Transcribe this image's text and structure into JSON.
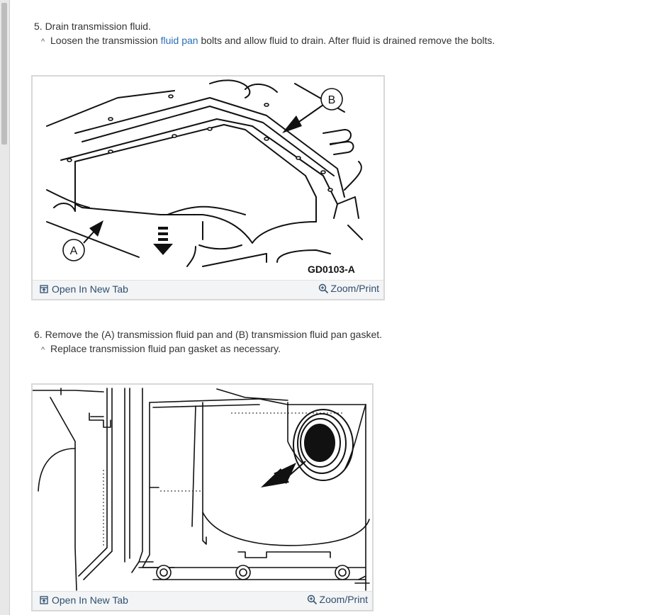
{
  "steps": [
    {
      "number_text": "5. Drain transmission fluid.",
      "sub_before": "Loosen the transmission ",
      "sub_link": "fluid pan",
      "sub_after": " bolts and allow fluid to drain. After fluid is drained remove the bolts."
    },
    {
      "number_text": "6. Remove the (A) transmission fluid pan and (B) transmission fluid pan gasket.",
      "sub_text": "Replace transmission fluid pan gasket as necessary."
    }
  ],
  "figure1": {
    "label_a": "A",
    "label_b": "B",
    "code": "GD0103-A",
    "open_tab": "Open In New Tab",
    "zoom": "Zoom/Print"
  },
  "figure2": {
    "open_tab": "Open In New Tab",
    "zoom": "Zoom/Print"
  },
  "icons": [
    "open-tab-icon",
    "zoom-icon",
    "caret-up-icon"
  ]
}
